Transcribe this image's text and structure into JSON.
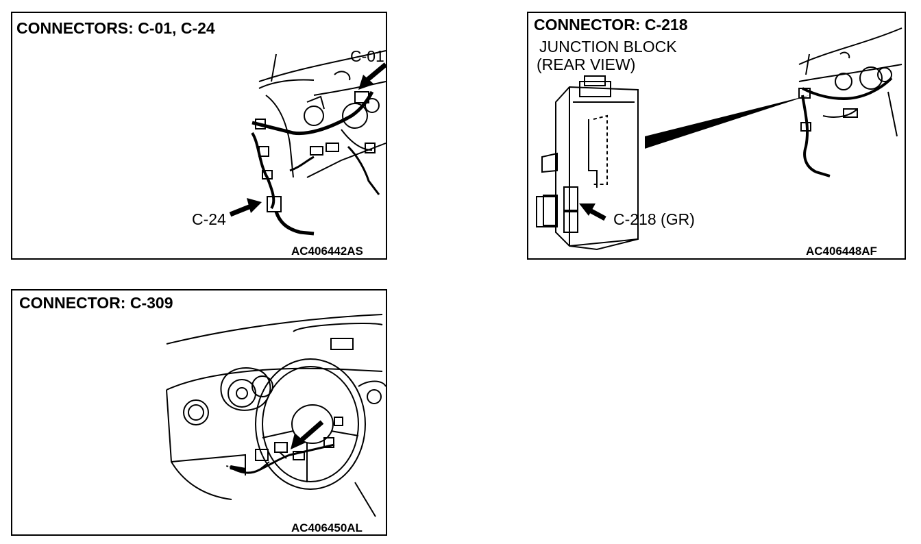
{
  "panel1": {
    "title": "CONNECTORS: C-01, C-24",
    "callouts": [
      "C-01",
      "C-24"
    ],
    "code": "AC406442AS"
  },
  "panel2": {
    "title": "CONNECTOR: C-218",
    "subtitle_line1": "JUNCTION BLOCK",
    "subtitle_line2": "(REAR VIEW)",
    "callout": "C-218 (GR)",
    "code": "AC406448AF"
  },
  "panel3": {
    "title": "CONNECTOR: C-309",
    "code": "AC406450AL"
  }
}
